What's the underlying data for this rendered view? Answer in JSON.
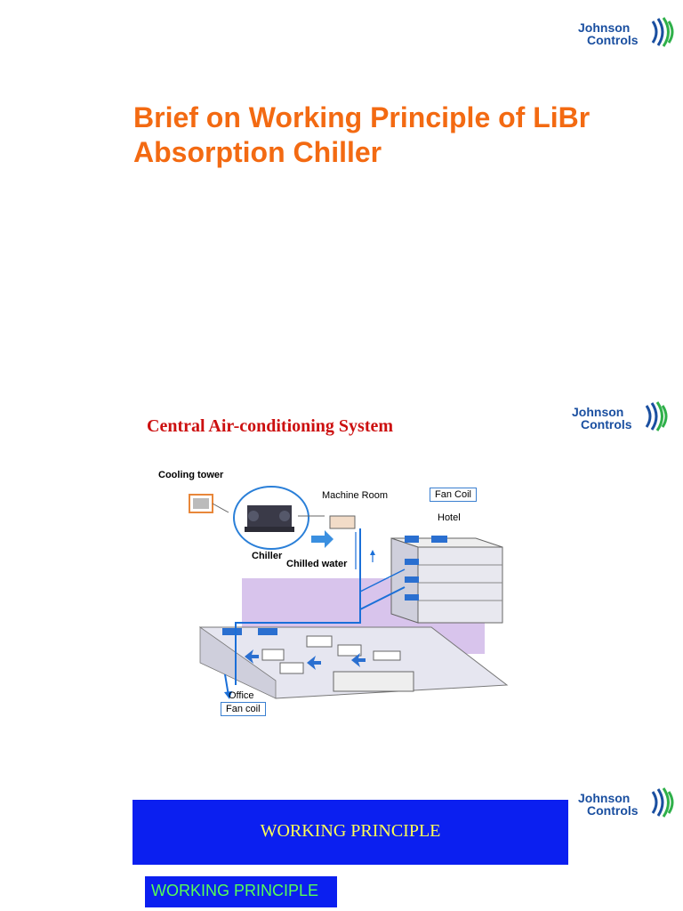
{
  "logo": {
    "line1": "Johnson",
    "line2": "Controls",
    "color": "#1a4fa0",
    "accent": "#2fb04a"
  },
  "slide1": {
    "title": "Brief on Working Principle of LiBr Absorption Chiller",
    "title_color": "#f36a12"
  },
  "slide2": {
    "title": "Central Air-conditioning System",
    "title_color": "#cc1010",
    "labels": {
      "cooling_tower": "Cooling tower",
      "machine_room": "Machine Room",
      "fan_coil_top": "Fan Coil",
      "hotel": "Hotel",
      "chiller": "Chiller",
      "chilled_water": "Chilled water",
      "office": "Office",
      "fan_coil_bottom": "Fan coil"
    }
  },
  "slide3": {
    "banner_text": "WORKING PRINCIPLE",
    "banner_color": "#0b1ff0",
    "subheading": "WORKING PRINCIPLE"
  }
}
